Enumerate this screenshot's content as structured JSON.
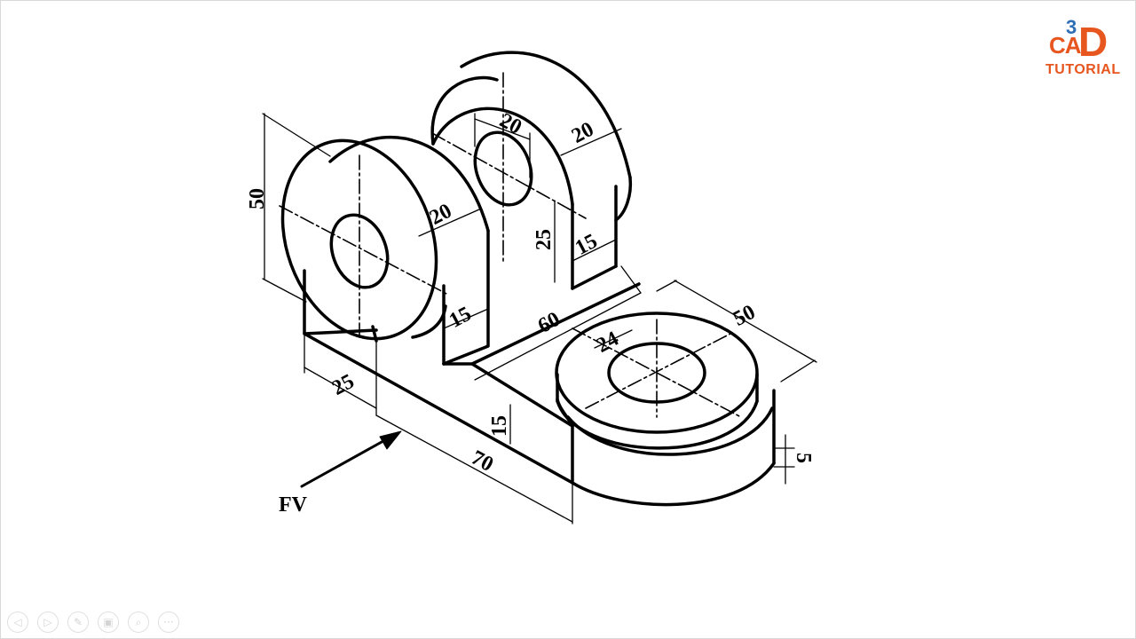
{
  "logo": {
    "top": "3",
    "left": "CA",
    "big": "D",
    "bottom": "TUTORIAL"
  },
  "view_label": "FV",
  "dimensions": {
    "overall_height": "50",
    "left_boss_thickness": "20",
    "left_rib": "15",
    "back_hole": "20",
    "back_boss_thickness": "20",
    "back_height": "25",
    "back_rib": "15",
    "base_depth": "60",
    "hub_diameter": "50",
    "hole_diameter": "24",
    "base_width": "25",
    "base_height": "15",
    "base_length": "70",
    "hub_height": "5"
  },
  "toolbar": [
    {
      "name": "previous-icon",
      "glyph": "◁"
    },
    {
      "name": "next-icon",
      "glyph": "▷"
    },
    {
      "name": "pen-icon",
      "glyph": "✎"
    },
    {
      "name": "slides-icon",
      "glyph": "▣"
    },
    {
      "name": "zoom-icon",
      "glyph": "⌕"
    },
    {
      "name": "more-icon",
      "glyph": "···"
    }
  ]
}
